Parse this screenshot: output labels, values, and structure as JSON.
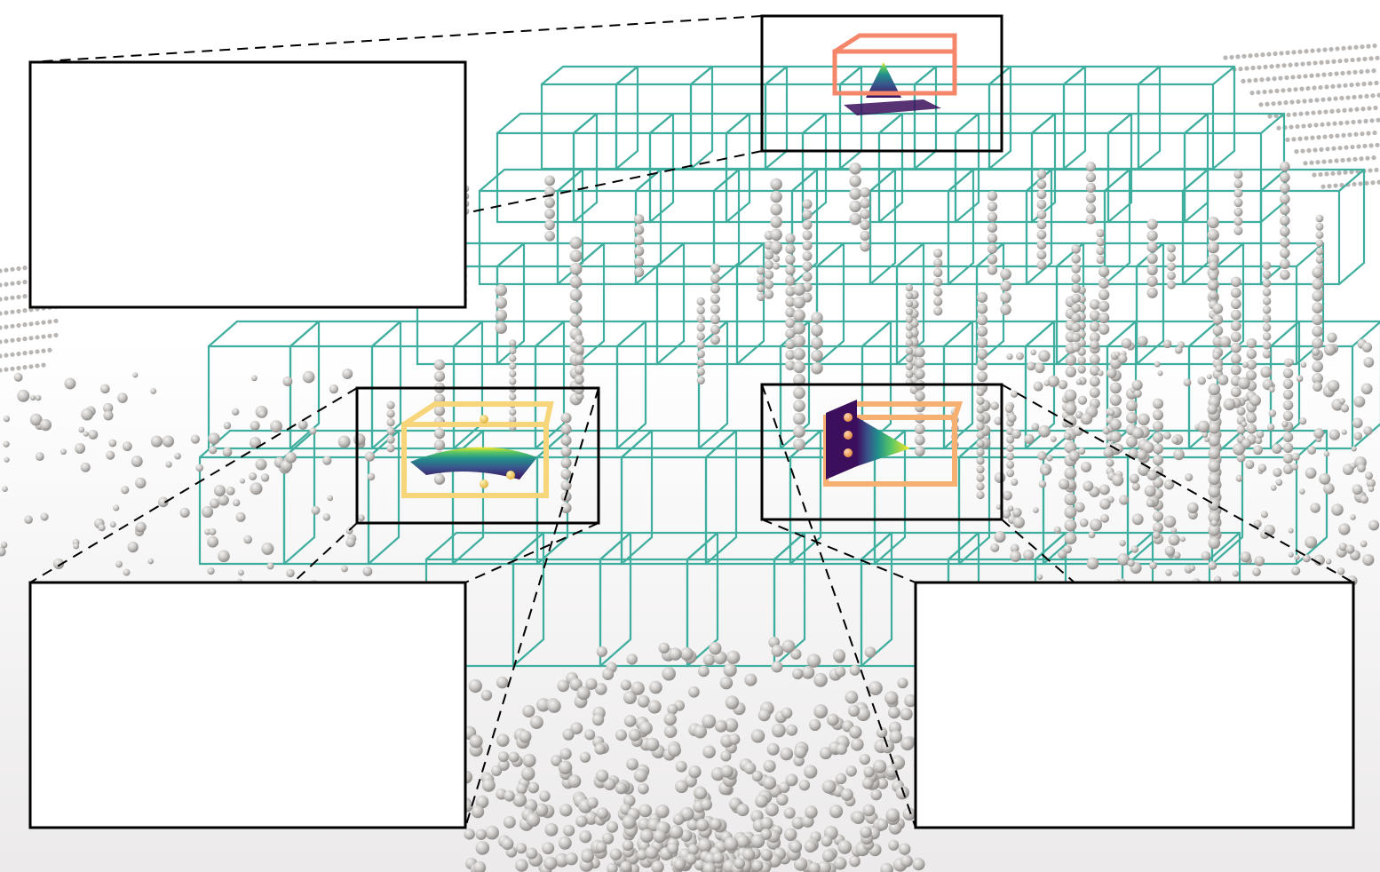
{
  "figure": {
    "kind": "3d-render",
    "caption": "",
    "colors": {
      "background": "#ffffff",
      "grid": "#3fae9f",
      "particle": "#c9c6c3",
      "particle_shade": "#9b9896",
      "frame": "#000000",
      "highlight_top": "#f4866a",
      "highlight_left": "#f7d57a",
      "highlight_right": "#f6b072",
      "field_low": "#3b0f5c",
      "field_mid": "#2a9d8f",
      "field_high": "#f0e441"
    }
  },
  "insets": [
    {
      "id": "top",
      "highlight_color": "#f4866a",
      "field_shape": "peak"
    },
    {
      "id": "left",
      "highlight_color": "#f7d57a",
      "field_shape": "plateau"
    },
    {
      "id": "right",
      "highlight_color": "#f6b072",
      "field_shape": "vertical-cone"
    }
  ]
}
